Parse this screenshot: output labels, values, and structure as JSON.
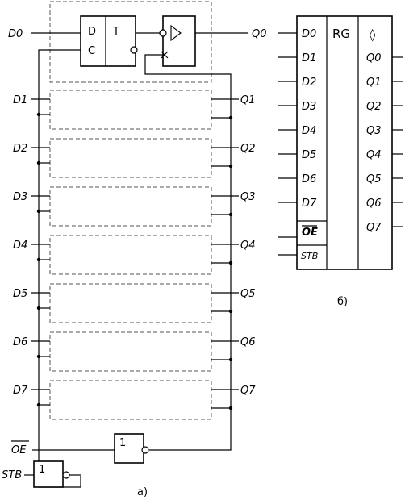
{
  "circuit": {
    "bit0_input": "D0",
    "bit0_output": "Q0",
    "latch_d": "D",
    "latch_c": "C",
    "latch_t": "T",
    "inputs": [
      "D1",
      "D2",
      "D3",
      "D4",
      "D5",
      "D6",
      "D7"
    ],
    "outputs": [
      "Q1",
      "Q2",
      "Q3",
      "Q4",
      "Q5",
      "Q6",
      "Q7"
    ],
    "oe_label": "OE",
    "stb_label": "STB",
    "gate_label": "1",
    "caption": "а)"
  },
  "symbol": {
    "title": "RG",
    "inputs": [
      "D0",
      "D1",
      "D2",
      "D3",
      "D4",
      "D5",
      "D6",
      "D7"
    ],
    "outputs": [
      "Q0",
      "Q1",
      "Q2",
      "Q3",
      "Q4",
      "Q5",
      "Q6",
      "Q7"
    ],
    "oe_label": "OE",
    "stb_label": "STB",
    "tri_state_glyph": "◊",
    "caption": "б)"
  }
}
